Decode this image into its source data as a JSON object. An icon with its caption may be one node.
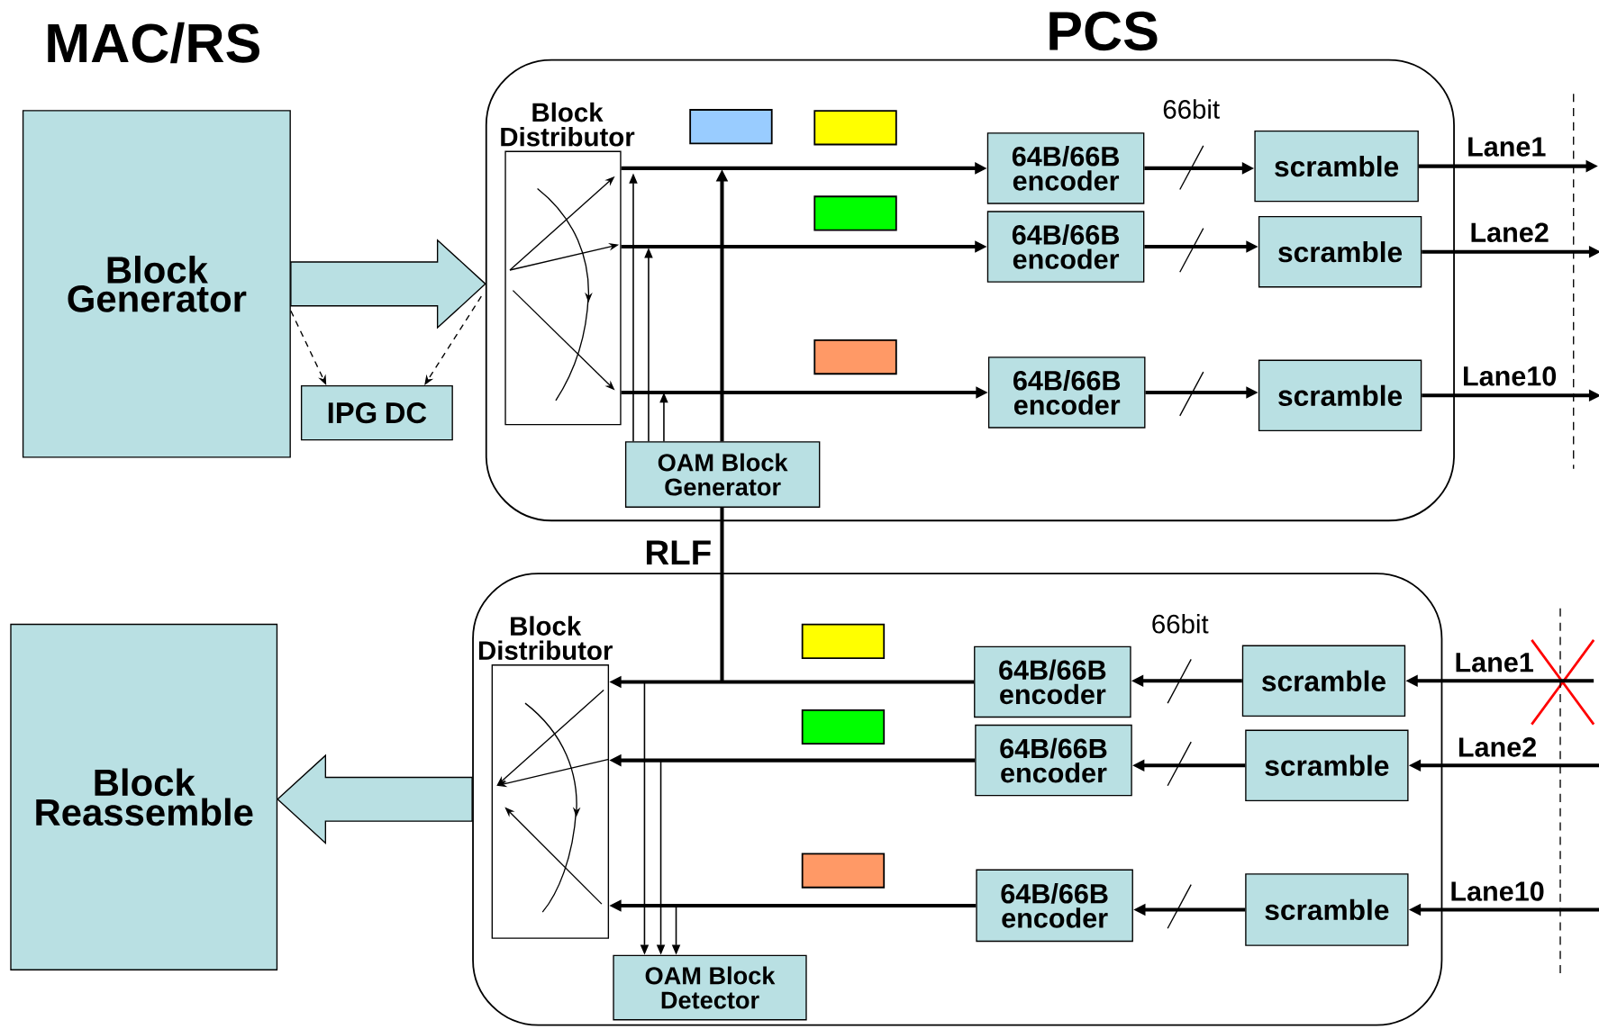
{
  "diagram": {
    "nodes": [
      {
        "text": [
          "PCS"
        ]
      },
      {
        "text": [
          "Block Generator"
        ]
      },
      {
        "text": [
          "IPG DC"
        ]
      },
      {
        "text": [
          "Block Distributor"
        ],
        "in": 0
      },
      {
        "text": [
          "64B/66B encoder"
        ],
        "in": 0
      },
      {
        "text": [
          "64B/66B encoder"
        ],
        "in": 0
      },
      {
        "text": [
          "64B/66B encoder"
        ],
        "in": 0
      },
      {
        "text": [
          "scramble"
        ],
        "in": 0
      },
      {
        "text": [
          "scramble"
        ],
        "in": 0
      },
      {
        "text": [
          "scramble"
        ],
        "in": 0
      },
      {
        "text": [
          "OAM Block Generator"
        ],
        "in": 0
      },
      {
        "text": [],
        "shape": "box"
      },
      {
        "text": [
          "Block Reassemble"
        ]
      },
      {
        "text": [
          "Block Distributor"
        ],
        "in": 11
      },
      {
        "text": [
          "64B/66B encoder"
        ],
        "in": 11
      },
      {
        "text": [
          "64B/66B encoder"
        ],
        "in": 11
      },
      {
        "text": [
          "64B/66B encoder"
        ],
        "in": 11
      },
      {
        "text": [
          "scramble"
        ],
        "in": 11
      },
      {
        "text": [
          "scramble"
        ],
        "in": 11
      },
      {
        "text": [
          "scramble"
        ],
        "in": 11
      },
      {
        "text": [
          "OAM Block Detector"
        ],
        "in": 11
      },
      {
        "text": [],
        "shape": "box",
        "in": 0
      },
      {
        "text": [],
        "shape": "box",
        "in": 0
      },
      {
        "text": [],
        "shape": "box",
        "in": 0
      },
      {
        "text": [],
        "shape": "box",
        "in": 0
      },
      {
        "text": [],
        "shape": "box",
        "in": 11
      },
      {
        "text": [],
        "shape": "box",
        "in": 11
      },
      {
        "text": [],
        "shape": "box",
        "in": 11
      },
      {
        "text": [],
        "shape": "cross"
      }
    ],
    "edges": [
      {
        "from": 1,
        "to": 0,
        "arrow": "to",
        "style": "thick"
      },
      {
        "from": 1,
        "to": 2,
        "arrow": "to",
        "style": "dashed"
      },
      {
        "from": 0,
        "to": 2,
        "arrow": "to",
        "style": "dashed"
      },
      {
        "from": 3,
        "to": 4,
        "arrow": "to"
      },
      {
        "from": 3,
        "to": 5,
        "arrow": "to"
      },
      {
        "from": 3,
        "to": 6,
        "arrow": "to"
      },
      {
        "from": 4,
        "to": 7,
        "arrow": "to"
      },
      {
        "from": 5,
        "to": 8,
        "arrow": "to"
      },
      {
        "from": 6,
        "to": 9,
        "arrow": "to"
      },
      {
        "from": 7,
        "to": null,
        "arrow": "to",
        "label": "Lane1"
      },
      {
        "from": 8,
        "to": null,
        "arrow": "to",
        "label": "Lane2"
      },
      {
        "from": 9,
        "to": null,
        "arrow": "to",
        "label": "Lane10"
      },
      {
        "from": 10,
        "to": 3,
        "arrow": "to"
      },
      {
        "from": 10,
        "to": 3,
        "arrow": "to"
      },
      {
        "from": 10,
        "to": 3,
        "arrow": "to"
      },
      {
        "from": 10,
        "to": null,
        "arrow": "to"
      },
      {
        "from": null,
        "to": 10,
        "arrow": "none",
        "label": "RLF"
      },
      {
        "from": 14,
        "to": 13,
        "arrow": "to"
      },
      {
        "from": 15,
        "to": 13,
        "arrow": "to"
      },
      {
        "from": 16,
        "to": 13,
        "arrow": "to"
      },
      {
        "from": 17,
        "to": 14,
        "arrow": "to"
      },
      {
        "from": 18,
        "to": 15,
        "arrow": "to"
      },
      {
        "from": 19,
        "to": 16,
        "arrow": "to"
      },
      {
        "from": 28,
        "to": 17,
        "arrow": "to",
        "label": "Lane1"
      },
      {
        "from": null,
        "to": 18,
        "arrow": "to",
        "label": "Lane2"
      },
      {
        "from": null,
        "to": 19,
        "arrow": "to",
        "label": "Lane10"
      },
      {
        "from": null,
        "to": 20,
        "arrow": "to"
      },
      {
        "from": null,
        "to": 20,
        "arrow": "to"
      },
      {
        "from": null,
        "to": 20,
        "arrow": "to"
      },
      {
        "from": 11,
        "to": 12,
        "arrow": "to",
        "style": "thick"
      }
    ],
    "labels": [
      "MAC/RS",
      "66bit",
      "66bit"
    ]
  }
}
